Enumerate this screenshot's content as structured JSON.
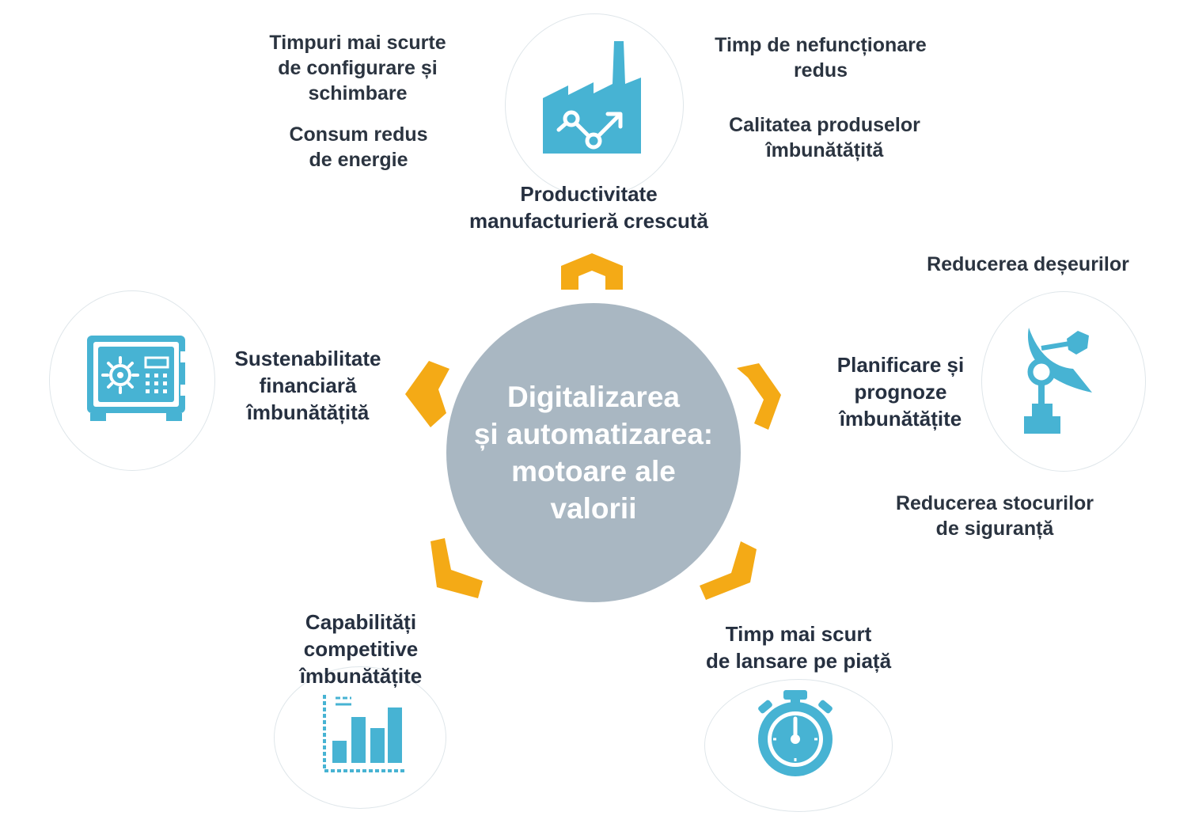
{
  "center": {
    "title": "Digitalizarea\nși automatizarea:\nmotoare ale\nvalorii"
  },
  "colors": {
    "accent": "#f4aa16",
    "icon": "#47b3d3",
    "center_fill": "#a9b7c2",
    "text": "#2b3440"
  },
  "nodes": {
    "productivity": {
      "title": "Productivitate\nmanufacturieră crescută",
      "icon": "factory-icon",
      "benefits": {
        "setup": "Timpuri mai scurte\nde configurare și\nschimbare",
        "energy": "Consum redus\nde energie",
        "downtime": "Timp de nefuncționare\nredus",
        "quality": "Calitatea produselor\nîmbunătățită"
      }
    },
    "planning": {
      "title": "Planificare și\nprognoze\nîmbunătățite",
      "icon": "satellite-dish-icon",
      "benefits": {
        "waste": "Reducerea deșeurilor",
        "stock": "Reducerea stocurilor\nde siguranță"
      }
    },
    "time_to_market": {
      "title": "Timp mai scurt\nde lansare pe piață",
      "icon": "stopwatch-icon"
    },
    "competitive": {
      "title": "Capabilități\ncompetitive\nîmbunătățite",
      "icon": "bar-chart-icon"
    },
    "financial": {
      "title": "Sustenabilitate\nfinanciară\nîmbunătățită",
      "icon": "safe-icon"
    }
  }
}
